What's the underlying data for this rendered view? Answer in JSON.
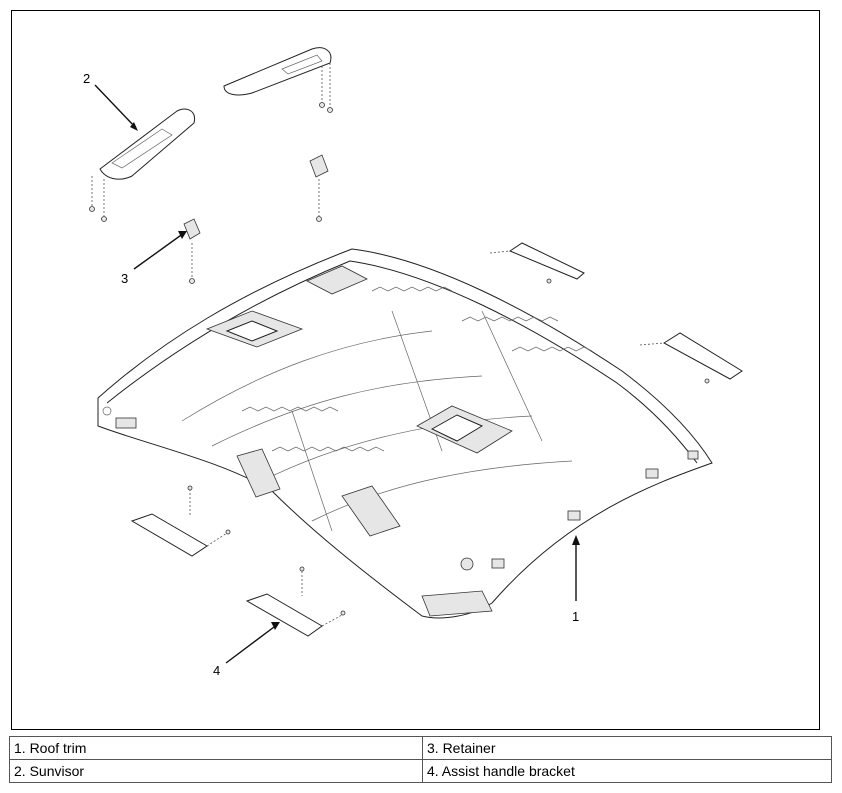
{
  "callouts": {
    "roof_trim": "1",
    "sunvisor": "2",
    "retainer": "3",
    "assist_handle_bracket": "4"
  },
  "legend": {
    "row1": {
      "left": "1. Roof trim",
      "right": "3. Retainer"
    },
    "row2": {
      "left": "2. Sunvisor",
      "right": "4. Assist handle bracket"
    }
  }
}
